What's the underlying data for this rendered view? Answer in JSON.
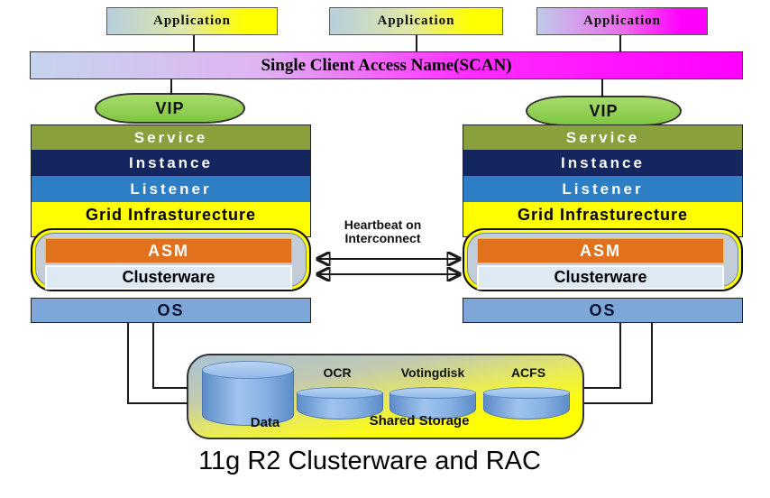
{
  "caption": "11g R2 Clusterware and RAC",
  "applications": [
    {
      "label": "Application"
    },
    {
      "label": "Application"
    },
    {
      "label": "Application"
    }
  ],
  "scan": {
    "label": "Single Client Access Name(SCAN)"
  },
  "heartbeat": {
    "line1": "Heartbeat on",
    "line2": "Interconnect"
  },
  "nodes": {
    "left": {
      "vip": "VIP",
      "service": "Service",
      "instance": "Instance",
      "listener": "Listener",
      "grid": "Grid Infrasturecture",
      "asm": "ASM",
      "clusterware": "Clusterware",
      "os": "OS"
    },
    "right": {
      "vip": "VIP",
      "service": "Service",
      "instance": "Instance",
      "listener": "Listener",
      "grid": "Grid Infrasturecture",
      "asm": "ASM",
      "clusterware": "Clusterware",
      "os": "OS"
    }
  },
  "storage": {
    "data_label": "Data",
    "ocr_label": "OCR",
    "votingdisk_label": "Votingdisk",
    "acfs_label": "ACFS",
    "shared_label": "Shared Storage"
  },
  "colors": {
    "app_yellow": "#ffff00",
    "app_magenta": "#ff00ff",
    "scan_magenta": "#ff22ff",
    "vip_green": "#8ed24e",
    "service_olive": "#8aa03c",
    "instance_navy": "#14265e",
    "listener_blue": "#2e7ec6",
    "grid_yellow": "#ffff00",
    "asm_orange": "#e2711d",
    "clusterware_light": "#ddeaf4",
    "os_blue": "#7ea7d9",
    "storage_yellow": "#ffff00",
    "cylinder_blue": "#7aa7dd"
  }
}
